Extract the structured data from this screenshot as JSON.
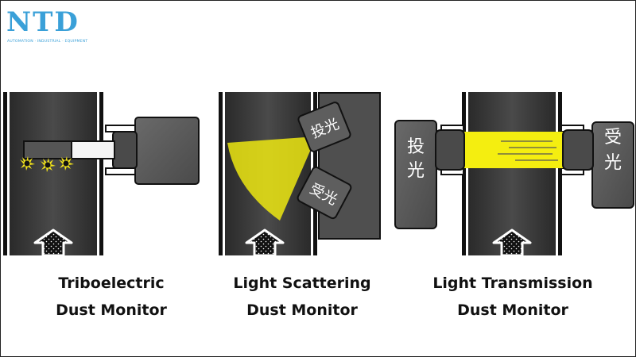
{
  "logo": {
    "name": "NTD",
    "tagline": "AUTOMATION · INDUSTRIAL · EQUIPMENT"
  },
  "monitors": [
    {
      "line1": "Triboelectric",
      "line2": "Dust Monitor"
    },
    {
      "line1": "Light Scattering",
      "line2": "Dust Monitor"
    },
    {
      "line1": "Light Transmission",
      "line2": "Dust Monitor"
    }
  ],
  "labels": {
    "emit": "投光",
    "receive": "受光",
    "emit_char1": "投",
    "emit_char2": "光",
    "receive_char1": "受",
    "receive_char2": "光"
  },
  "colors": {
    "duct": "#353535",
    "box": "#585858",
    "beam": "#f4ee10",
    "logo": "#3aa0d8"
  }
}
